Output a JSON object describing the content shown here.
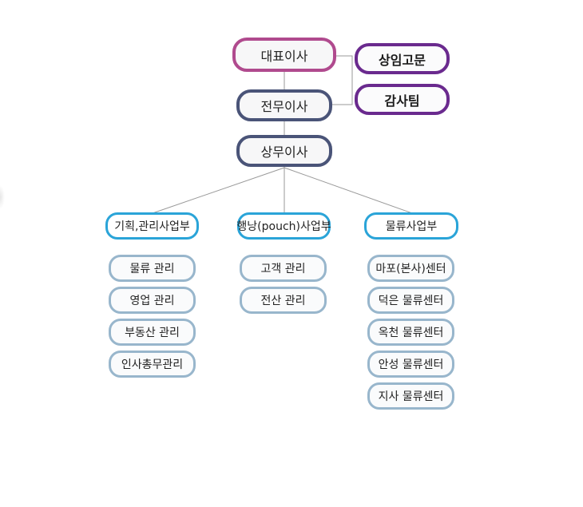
{
  "org": {
    "ceo": "대표이사",
    "advisor": "상임고문",
    "audit": "감사팀",
    "executive_director": "전무이사",
    "managing_director": "상무이사",
    "divisions": [
      {
        "label": "기획,관리사업부",
        "items": [
          "물류 관리",
          "영업 관리",
          "부동산 관리",
          "인사총무관리"
        ]
      },
      {
        "label": "행낭(pouch)사업부",
        "items": [
          "고객 관리",
          "전산 관리"
        ]
      },
      {
        "label": "물류사업부",
        "items": [
          "마포(본사)센터",
          "덕은 물류센터",
          "옥천 물류센터",
          "안성 물류센터",
          "지사 물류센터"
        ]
      }
    ]
  },
  "colors": {
    "ceo_border": "#b04a8e",
    "director_border": "#4a5478",
    "side_border": "#6a2a8e",
    "division_border": "#2aa4d8",
    "item_border": "#98b6cc",
    "connector": "#999999"
  }
}
